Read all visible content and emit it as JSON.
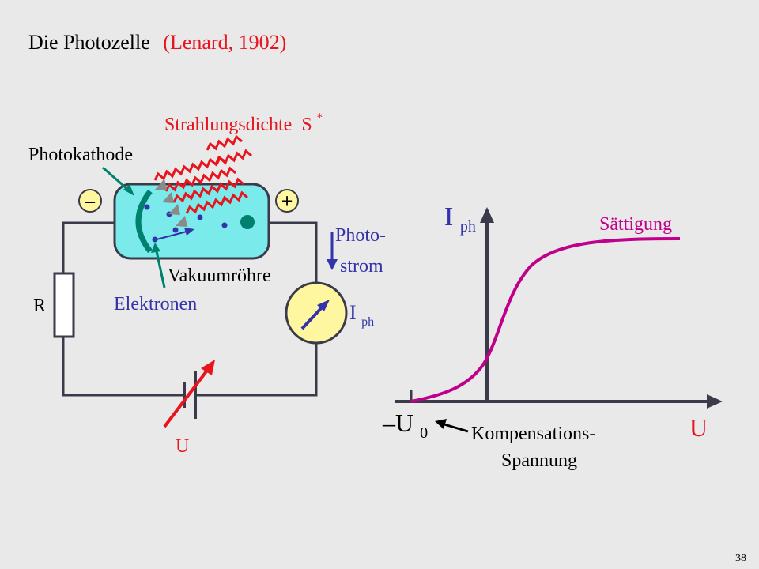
{
  "slide": {
    "title": "Die Photozelle",
    "title_note": "(Lenard, 1902)",
    "page_number": "38"
  },
  "circuit": {
    "radiation_label": "Strahlungsdichte",
    "radiation_symbol": "S",
    "radiation_superscript": "*",
    "photocathode_label": "Photokathode",
    "minus_sign": "–",
    "plus_sign": "+",
    "tube_label": "Vakuumröhre",
    "electrons_label": "Elektronen",
    "resistor_label": "R",
    "current_label_line1": "Photo-",
    "current_label_line2": "strom",
    "meter_symbol": "I",
    "meter_subscript": "ph",
    "voltage_label": "U"
  },
  "graph": {
    "y_axis_symbol": "I",
    "y_axis_subscript": "ph",
    "x_axis_label": "U",
    "saturation_label": "Sättigung",
    "u0_prefix": "–U",
    "u0_subscript": "0",
    "compensation_line1": "Kompensations-",
    "compensation_line2": "Spannung"
  },
  "colors": {
    "background": "#e9e9e9",
    "text": "#000000",
    "red": "#e8141e",
    "blue": "#3333aa",
    "teal": "#00806e",
    "tube_fill": "#7aeaea",
    "curve": "#c0008a",
    "meter_fill": "#fff7a0",
    "arrow_gray": "#8a8a8a",
    "axis": "#3a3a4a"
  }
}
